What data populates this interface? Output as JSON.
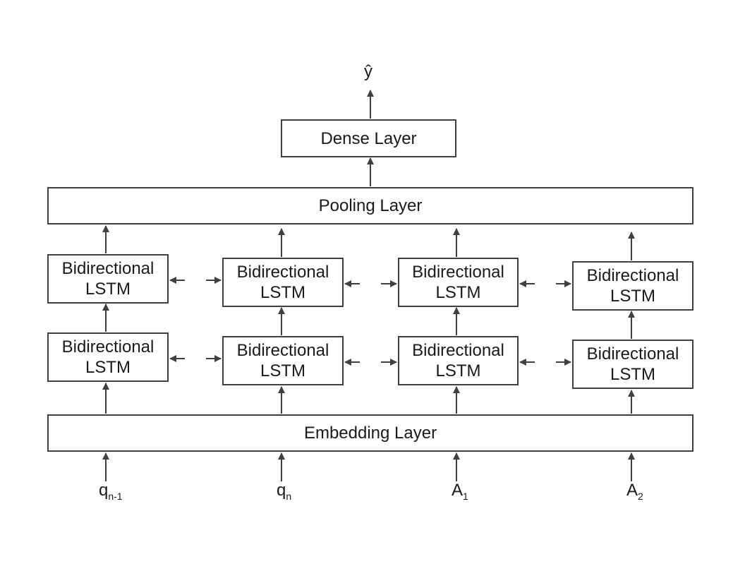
{
  "output_label": "ŷ",
  "dense_layer": "Dense Layer",
  "pooling_layer": "Pooling Layer",
  "embedding_layer": "Embedding Layer",
  "lstm_upper": [
    "Bidirectional\nLSTM",
    "Bidirectional\nLSTM",
    "Bidirectional\nLSTM",
    "Bidirectional\nLSTM"
  ],
  "lstm_lower": [
    "Bidirectional\nLSTM",
    "Bidirectional\nLSTM",
    "Bidirectional\nLSTM",
    "Bidirectional\nLSTM"
  ],
  "inputs": [
    {
      "base": "q",
      "sub": "n-1"
    },
    {
      "base": "q",
      "sub": "n"
    },
    {
      "base": "A",
      "sub": "1"
    },
    {
      "base": "A",
      "sub": "2"
    }
  ],
  "colors": {
    "stroke": "#404040",
    "text": "#1a1a1a"
  }
}
